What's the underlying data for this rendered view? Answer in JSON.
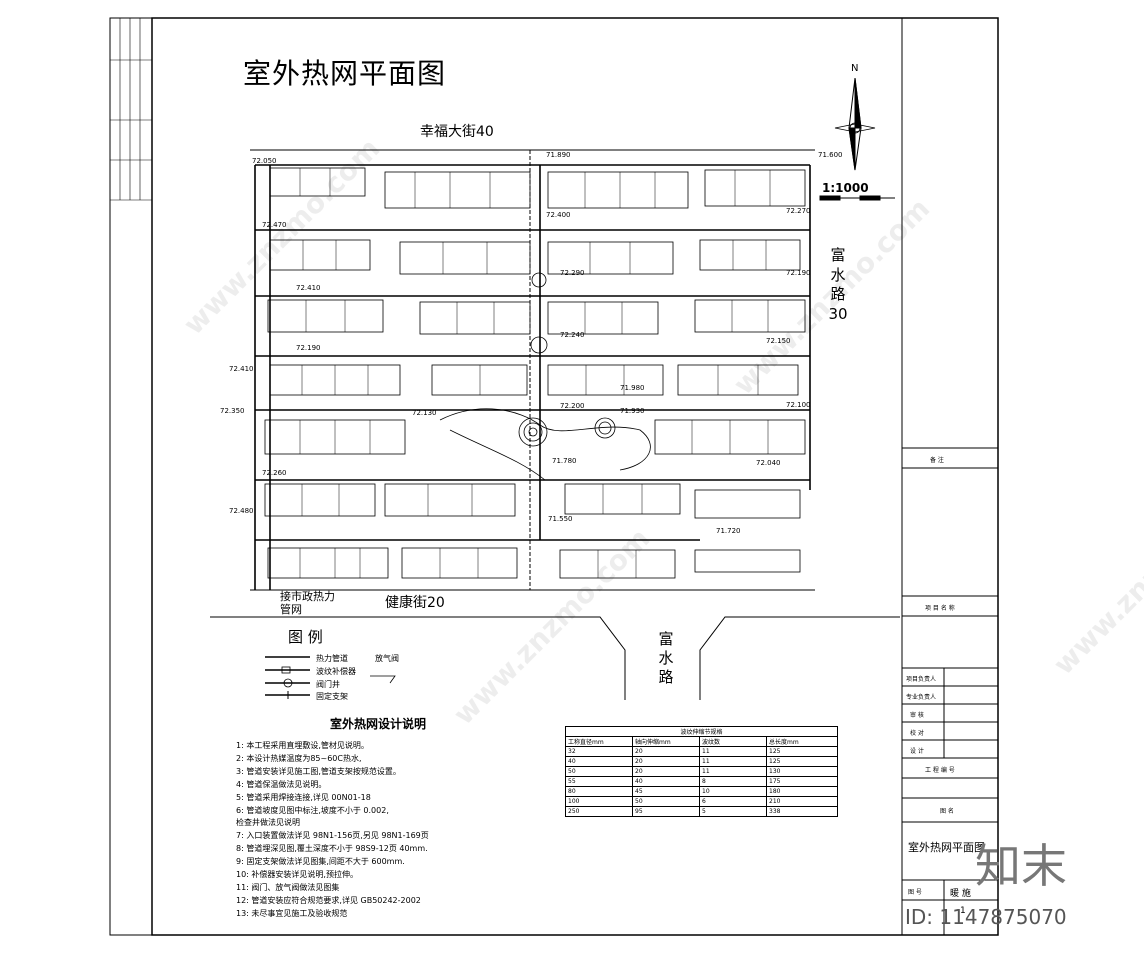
{
  "drawing": {
    "title": "室外热网平面图",
    "north_label": "N",
    "scale": "1:1000"
  },
  "streets": {
    "top": "幸福大街40",
    "bottom": "健康街20",
    "right": "富水路30",
    "bottom_right": "富水路",
    "city_supply": "接市政热力管网"
  },
  "legend": {
    "title": "图 例",
    "items": [
      "热力管道",
      "波纹补偿器",
      "阀门井",
      "固定支架",
      "放气阀"
    ]
  },
  "notes": {
    "title": "室外热网设计说明",
    "items": [
      "1: 本工程采用直埋敷设,管材见说明。",
      "2: 本设计热媒温度为85~60C热水,",
      "3: 管道安装详见施工图,管道支架按规范设置。",
      "4: 管道保温做法见说明。",
      "5: 管道采用焊接连接,详见 00N01-18",
      "6: 管道坡度见图中标注,坡度不小于 0.002,",
      "   检查井做法见说明",
      "7: 入口装置做法详见 98N1-156页,另见 98N1-169页",
      "8: 管道埋深见图,覆土深度不小于 98S9-12页 40mm.",
      "9: 固定支架做法详见图集,间距不大于 600mm.",
      "10: 补偿器安装详见说明,预拉伸。",
      "11: 阀门、放气阀做法见图集",
      "12: 管道安装应符合规范要求,详见 GB50242-2002",
      "13: 未尽事宜见施工及验收规范"
    ]
  },
  "spec_table": {
    "title": "波纹伸缩节规格",
    "headers": [
      "工称直径mm",
      "轴向伸缩mm",
      "波纹数",
      "总长度mm"
    ],
    "rows": [
      [
        "32",
        "20",
        "11",
        "125"
      ],
      [
        "40",
        "20",
        "11",
        "125"
      ],
      [
        "50",
        "20",
        "11",
        "130"
      ],
      [
        "55",
        "40",
        "8",
        "175"
      ],
      [
        "80",
        "45",
        "10",
        "180"
      ],
      [
        "100",
        "50",
        "6",
        "210"
      ],
      [
        "250",
        "95",
        "5",
        "338"
      ]
    ]
  },
  "title_block": {
    "remarks": "备 注",
    "project": "项 目 名 称",
    "rows": [
      "项目负责人",
      "专业负责人",
      "审 核",
      "校 对",
      "设 计"
    ],
    "project_no": "工 程 编 号",
    "drawing_name_label": "图 名",
    "drawing_name": "室外热网平面图",
    "drawing_no": "图 号",
    "sheet_no": "暖 施",
    "page": "1"
  },
  "elevations": [
    "72.050",
    "71.890",
    "71.600",
    "72.470",
    "72.400",
    "72.270",
    "72.410",
    "72.290",
    "72.190",
    "72.190",
    "72.240",
    "72.150",
    "72.410",
    "71.980",
    "72.350",
    "72.200",
    "71.930",
    "72.100",
    "72.130",
    "71.780",
    "72.040",
    "72.260",
    "72.480",
    "71.550",
    "71.720"
  ],
  "watermark": {
    "site": "www.znzmo.com",
    "brand": "知末",
    "id": "ID: 1147875070"
  }
}
